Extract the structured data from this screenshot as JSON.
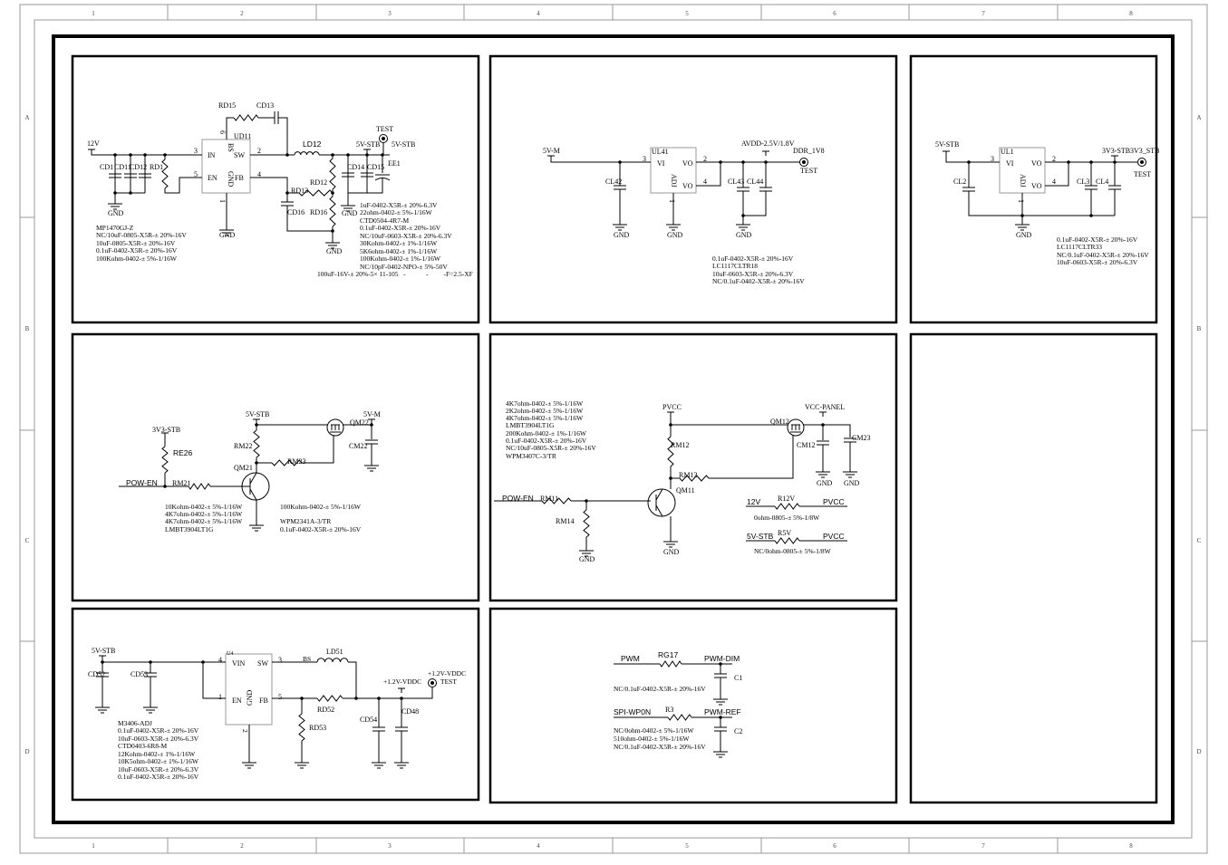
{
  "grid": {
    "columns": [
      "1",
      "2",
      "3",
      "4",
      "5",
      "6",
      "7",
      "8"
    ],
    "rows": [
      "A",
      "B",
      "C",
      "D"
    ]
  },
  "p1": {
    "l": [
      "12V",
      "RD15",
      "CD13",
      "UD11",
      "IN",
      "SW",
      "EN",
      "FB",
      "BS",
      "GND",
      "3",
      "5",
      "2",
      "4",
      "6",
      "1",
      "LD12",
      "CD1",
      "CD11",
      "CD12",
      "RD1",
      "RD12",
      "RD13",
      "RD16",
      "CD16",
      "CD14",
      "CD15",
      "EE1",
      "5V-STB",
      "TEST",
      "5V-STB",
      "GND",
      "GND",
      "GND",
      "GND"
    ],
    "notes_left": [
      "MP1470GJ-Z",
      "NC/10uF-0805-X5R-± 20%-16V",
      "10uF-0805-X5R-± 20%-16V",
      "0.1uF-0402-X5R-± 20%-16V",
      "100Kohm-0402-± 5%-1/16W"
    ],
    "notes_right": [
      "1uF-0402-X5R-± 20%-6.3V",
      "22ohm-0402-± 5%-1/16W",
      "CTD0504-4R7-M",
      "0.1uF-0402-X5R-± 20%-16V",
      "NC/10uF-0603-X5R-± 20%-6.3V",
      "30Kohm-0402-± 1%-1/16W",
      "5K6ohm-0402-± 1%-1/16W",
      "100Kohm-0402-± 1%-1/16W",
      "NC/10pF-0402-NPO-± 5%-50V"
    ],
    "note_bottom": "100uF-16V-± 20%-5× 11-105   -            -         -F=2.5-XF"
  },
  "p2": {
    "l": [
      "5V-M",
      "UL41",
      "VI",
      "VO",
      "VO",
      "ADJ",
      "3",
      "2",
      "4",
      "1",
      "CL42",
      "CL43",
      "CL44",
      "AVDD-2.5V/1.8V",
      "DDR_1V8",
      "TEST",
      "GND",
      "GND",
      "GND"
    ],
    "notes": [
      "0.1uF-0402-X5R-± 20%-16V",
      "LC1117CLTR18",
      "10uF-0603-X5R-± 20%-6.3V",
      "NC/0.1uF-0402-X5R-± 20%-16V"
    ]
  },
  "p3": {
    "l": [
      "5V-STB",
      "UL1",
      "VI",
      "VO",
      "VO",
      "ADJ",
      "3",
      "2",
      "4",
      "1",
      "CL2",
      "CL3",
      "CL4",
      "3V3-STB",
      "3V3_STB",
      "TEST",
      "GND"
    ],
    "notes": [
      "0.1uF-0402-X5R-± 20%-16V",
      "LC1117CLTR33",
      "NC/0.1uF-0402-X5R-± 20%-16V",
      "10uF-0603-X5R-± 20%-6.3V"
    ]
  },
  "p4": {
    "l": [
      "3V3-STB",
      "RE26",
      "POW-EN",
      "RM21",
      "QM21",
      "5V-STB",
      "RM22",
      "RM23",
      "QM22",
      "5V-M",
      "CM22"
    ],
    "notes_left": [
      "10Kohm-0402-± 5%-1/16W",
      "4K7ohm-0402-± 5%-1/16W",
      "4K7ohm-0402-± 5%-1/16W",
      "LMBT3904LT1G"
    ],
    "notes_right": [
      "100Kohm-0402-± 5%-1/16W",
      "",
      "WPM2341A-3/TR",
      "0.1uF-0402-X5R-± 20%-16V"
    ]
  },
  "p5": {
    "notes": [
      "4K7ohm-0402-± 5%-1/16W",
      "2K2ohm-0402-± 5%-1/16W",
      "4K7ohm-0402-± 5%-1/16W",
      "LMBT3904LT1G",
      "200Kohm-0402-± 1%-1/16W",
      "0.1uF-0402-X5R-± 20%-16V",
      "NC/10uF-0805-X5R-± 20%-16V",
      "WPM3407C-3/TR"
    ],
    "l": [
      "PVCC",
      "VCC-PANEL",
      "QM12",
      "CM12",
      "CM23",
      "GND",
      "GND",
      "RM12",
      "RM13",
      "QM11",
      "POW-EN",
      "RM11",
      "RM14",
      "GND",
      "GND",
      "12V",
      "R12V",
      "PVCC",
      "0ohm-0805-± 5%-1/8W",
      "5V-STB",
      "R5V",
      "PVCC",
      "NC/0ohm-0805-± 5%-1/8W"
    ]
  },
  "p6": {
    "l": [
      "5V-STB",
      "CD52",
      "CD53",
      "U4",
      "VIN",
      "SW",
      "EN",
      "FB",
      "GND",
      "4",
      "1",
      "3",
      "5",
      "2",
      "BS",
      "LD51",
      "RD52",
      "RD53",
      "CD54",
      "CD48",
      "+1.2V-VDDC",
      "+1.2V-VDDC",
      "TEST"
    ],
    "notes": [
      "M3406-ADJ",
      "0.1uF-0402-X5R-± 20%-16V",
      "10uF-0603-X5R-± 20%-6.3V",
      "CTD0403-6R8-M",
      "12Kohm-0402-± 1%-1/16W",
      "10K5ohm-0402-± 1%-1/16W",
      "10uF-0603-X5R-± 20%-6.3V",
      "0.1uF-0402-X5R-± 20%-16V"
    ]
  },
  "p7": {
    "l": [
      "PWM",
      "RG17",
      "PWM-DIM",
      "C1",
      "SPI-WP0N",
      "R3",
      "PWM-REF",
      "C2"
    ],
    "notes": [
      "NC/0.1uF-0402-X5R-± 20%-16V",
      "NC/0ohm-0402-± 5%-1/16W",
      "510ohm-0402-± 5%-1/16W",
      "NC/0.1uF-0402-X5R-± 20%-16V"
    ]
  }
}
